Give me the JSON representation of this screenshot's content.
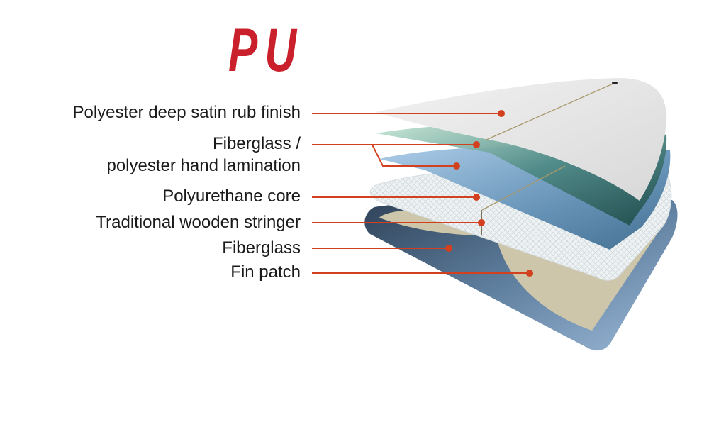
{
  "title": "PU",
  "labels": [
    "Polyester deep satin rub finish",
    "Fiberglass /",
    "polyester hand lamination",
    "Polyurethane core",
    "Traditional wooden stringer",
    "Fiberglass",
    "Fin patch"
  ],
  "colors": {
    "accent": "#c9202b",
    "leader": "#d2401f"
  }
}
